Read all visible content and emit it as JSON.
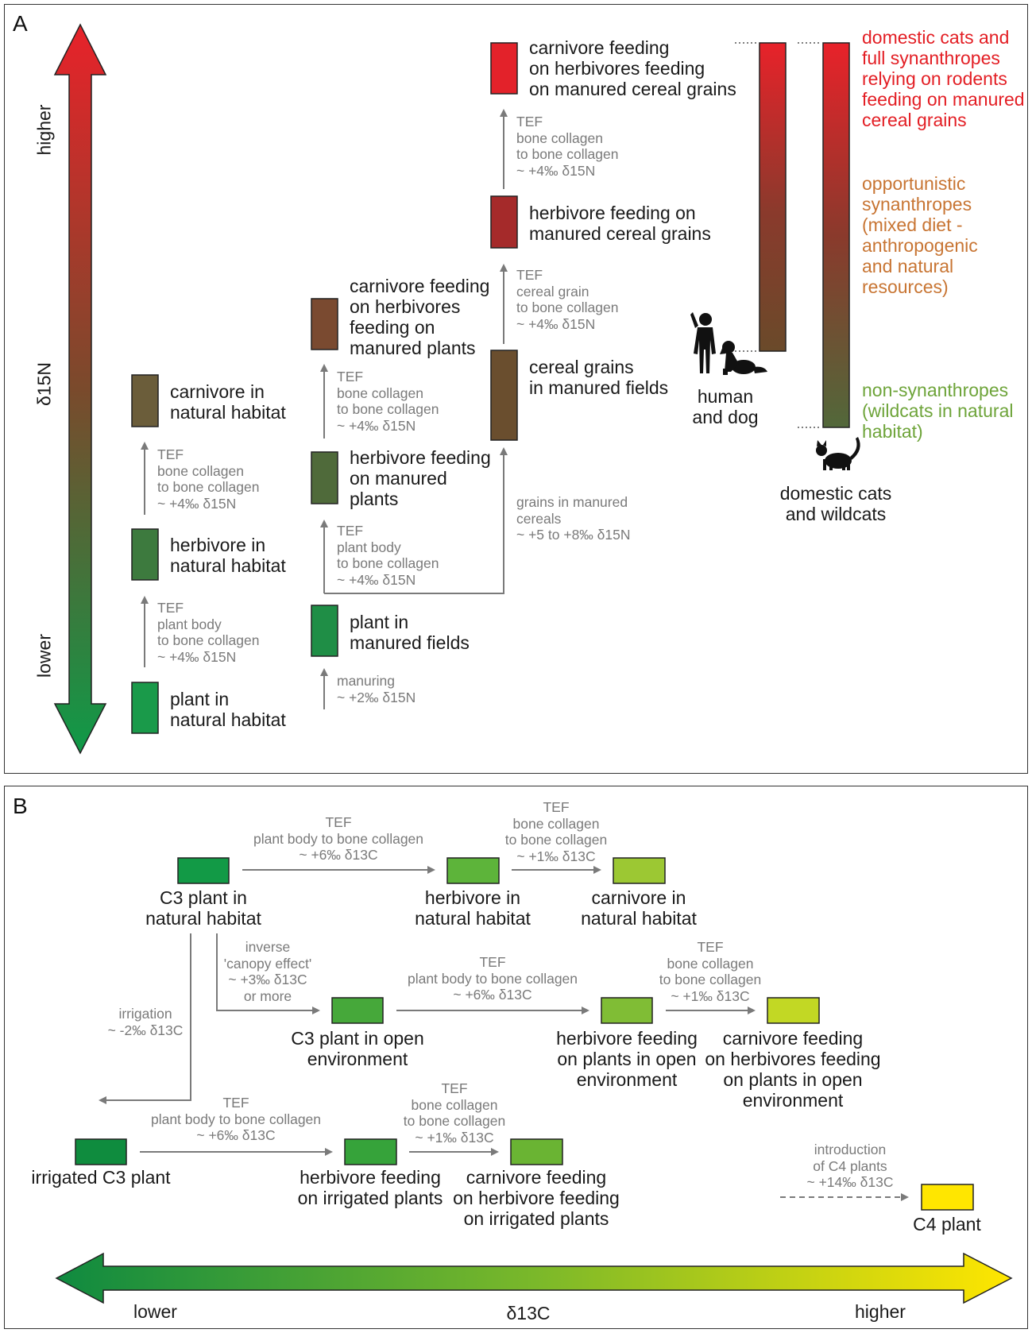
{
  "panel_a": {
    "label": "A",
    "axis": {
      "higher": "higher",
      "lower": "lower",
      "label": "δ15N"
    },
    "col1": {
      "plant": [
        "plant in",
        "natural habitat"
      ],
      "tef1": [
        "TEF",
        "plant body",
        "to bone collagen",
        "~ +4‰ δ15N"
      ],
      "herbivore": [
        "herbivore in",
        "natural habitat"
      ],
      "tef2": [
        "TEF",
        "bone collagen",
        "to bone collagen",
        "~ +4‰ δ15N"
      ],
      "carnivore": [
        "carnivore in",
        "natural habitat"
      ]
    },
    "col2": {
      "manuring": [
        "manuring",
        "~ +2‰ δ15N"
      ],
      "plant": [
        "plant in",
        "manured fields"
      ],
      "tef1": [
        "TEF",
        "plant body",
        "to bone collagen",
        "~ +4‰ δ15N"
      ],
      "herbivore": [
        "herbivore feeding",
        "on manured",
        "plants"
      ],
      "tef2": [
        "TEF",
        "bone collagen",
        "to bone collagen",
        "~ +4‰ δ15N"
      ],
      "carnivore": [
        "carnivore feeding",
        "on herbivores",
        "feeding on",
        "manured plants"
      ]
    },
    "col3": {
      "grains_note": [
        "grains in manured",
        "cereals",
        "~ +5 to +8‰ δ15N"
      ],
      "cereal": [
        "cereal grains",
        "in manured fields"
      ],
      "tef1": [
        "TEF",
        "cereal grain",
        "to bone collagen",
        "~ +4‰ δ15N"
      ],
      "herbivore": [
        "herbivore feeding on",
        "manured cereal grains"
      ],
      "tef2": [
        "TEF",
        "bone collagen",
        "to bone collagen",
        "~ +4‰ δ15N"
      ],
      "carnivore": [
        "carnivore feeding",
        "on herbivores feeding",
        "on manured cereal grains"
      ]
    },
    "human_dog": {
      "icon": "human-and-dog-silhouette",
      "label": [
        "human",
        "and dog"
      ]
    },
    "cats": {
      "icon": "cat-silhouette",
      "label": [
        "domestic cats",
        "and wildcats"
      ]
    },
    "legend": {
      "red": {
        "text": [
          "domestic cats and",
          "full synanthropes",
          "relying on rodents",
          "feeding on manured",
          "cereal grains"
        ],
        "color": "#e31e24"
      },
      "orange": {
        "text": [
          "opportunistic",
          "synanthropes",
          "(mixed diet -",
          "anthropogenic",
          "and natural",
          "resources)"
        ],
        "color": "#c87533"
      },
      "green": {
        "text": [
          "non-synanthropes",
          "(wildcats in natural",
          "habitat)"
        ],
        "color": "#6ea43a"
      }
    }
  },
  "panel_b": {
    "label": "B",
    "axis": {
      "lower": "lower",
      "label": "δ13C",
      "higher": "higher"
    },
    "row1": {
      "c3": [
        "C3 plant in",
        "natural habitat"
      ],
      "tef1": [
        "TEF",
        "plant body to bone collagen",
        "~ +6‰ δ13C"
      ],
      "herbivore": [
        "herbivore in",
        "natural habitat"
      ],
      "tef2": [
        "TEF",
        "bone collagen",
        "to bone collagen",
        "~ +1‰ δ13C"
      ],
      "carnivore": [
        "carnivore in",
        "natural habitat"
      ]
    },
    "row2": {
      "canopy": [
        "inverse",
        "'canopy effect'",
        "~ +3‰ δ13C",
        "or more"
      ],
      "c3": [
        "C3 plant in open",
        "environment"
      ],
      "tef1": [
        "TEF",
        "plant body to bone collagen",
        "~ +6‰ δ13C"
      ],
      "herbivore": [
        "herbivore feeding",
        "on plants in open",
        "environment"
      ],
      "tef2": [
        "TEF",
        "bone collagen",
        "to bone collagen",
        "~ +1‰ δ13C"
      ],
      "carnivore": [
        "carnivore feeding",
        "on herbivores feeding",
        "on plants in open",
        "environment"
      ]
    },
    "row3": {
      "irrigation": [
        "irrigation",
        "~ -2‰ δ13C"
      ],
      "c3": [
        "irrigated C3 plant"
      ],
      "tef1": [
        "TEF",
        "plant body to bone collagen",
        "~ +6‰ δ13C"
      ],
      "herbivore": [
        "herbivore feeding",
        "on irrigated plants"
      ],
      "tef2": [
        "TEF",
        "bone collagen",
        "to bone collagen",
        "~ +1‰ δ13C"
      ],
      "carnivore": [
        "carnivore feeding",
        "on herbivore feeding",
        "on irrigated plants"
      ]
    },
    "c4": {
      "intro": [
        "introduction",
        "of C4 plants",
        "~ +14‰ δ13C"
      ],
      "label": [
        "C4 plant"
      ]
    }
  }
}
